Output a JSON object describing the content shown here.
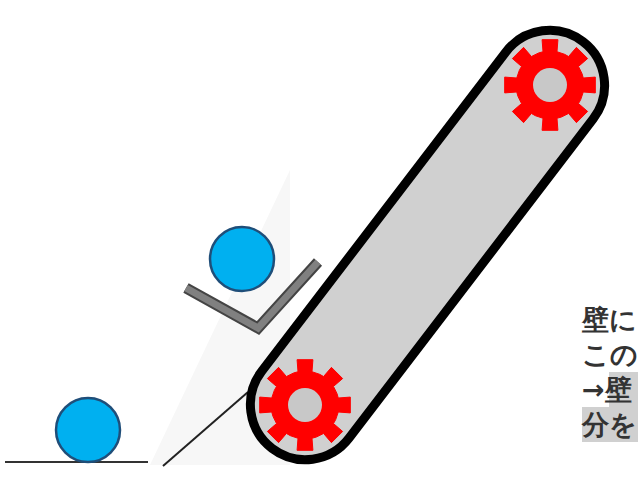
{
  "diagram": {
    "labels": [
      "壁に",
      "この",
      "→壁",
      "分を"
    ]
  }
}
